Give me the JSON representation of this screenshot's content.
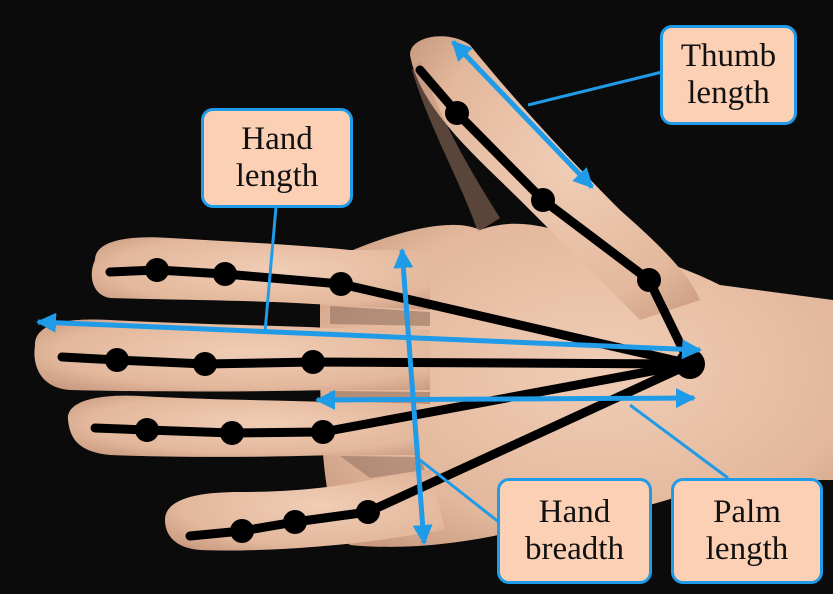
{
  "labels": {
    "thumb_length": "Thumb\nlength",
    "hand_length": "Hand\nlength",
    "hand_breadth": "Hand\nbreadth",
    "palm_length": "Palm\nlength"
  },
  "colors": {
    "background": "#0b0b0b",
    "skin": "#e9c3aa",
    "skeleton": "#000000",
    "arrow": "#1f9be8",
    "label_fill": "#fbd0b4"
  }
}
